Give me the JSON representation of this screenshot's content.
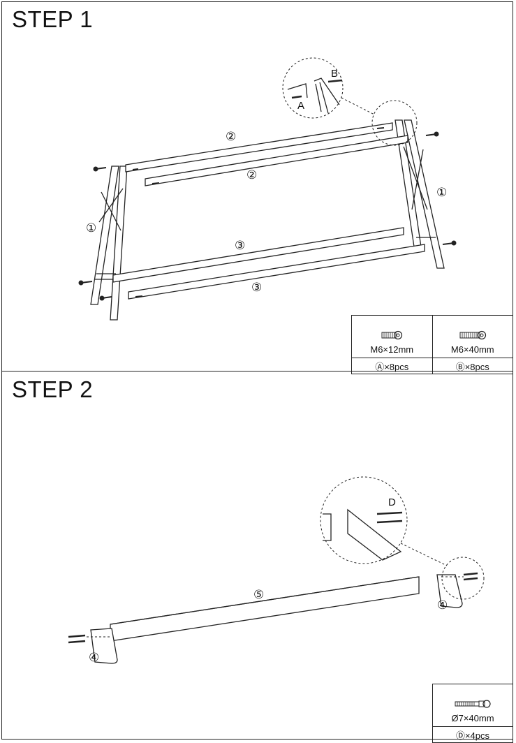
{
  "steps": [
    {
      "title": "STEP 1",
      "part_labels": {
        "side_frame": "①",
        "top_rail": "②",
        "bottom_rail": "③"
      },
      "detail_labels": {
        "screw_a": "A",
        "screw_b": "B"
      },
      "hardware": [
        {
          "size": "M6×12mm",
          "qty": "Ⓐ×8pcs",
          "icon": "short-bolt-icon"
        },
        {
          "size": "M6×40mm",
          "qty": "Ⓑ×8pcs",
          "icon": "long-bolt-icon"
        }
      ]
    },
    {
      "title": "STEP 2",
      "part_labels": {
        "end_panel": "④",
        "shelf_board": "⑤"
      },
      "detail_labels": {
        "dowel_d": "D"
      },
      "hardware": [
        {
          "size": "Ø7×40mm",
          "qty": "Ⓓ×4pcs",
          "icon": "dowel-screw-icon"
        }
      ]
    }
  ]
}
